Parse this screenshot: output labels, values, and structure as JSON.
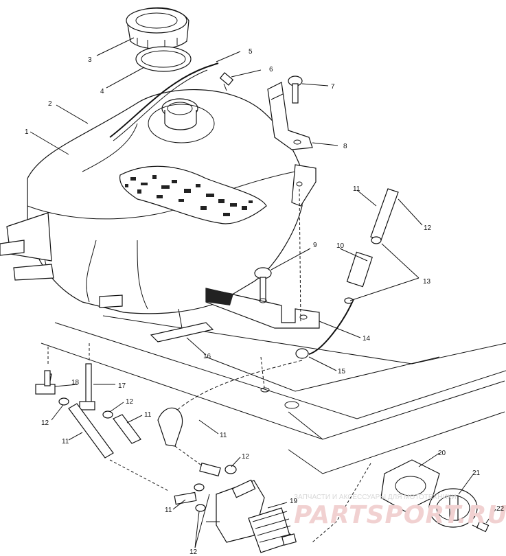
{
  "callouts": [
    {
      "id": "c1",
      "text": "1"
    },
    {
      "id": "c2",
      "text": "2"
    },
    {
      "id": "c3",
      "text": "3"
    },
    {
      "id": "c4",
      "text": "4"
    },
    {
      "id": "c5",
      "text": "5"
    },
    {
      "id": "c6",
      "text": "6"
    },
    {
      "id": "c7",
      "text": "7"
    },
    {
      "id": "c8",
      "text": "8"
    },
    {
      "id": "c9",
      "text": "9"
    },
    {
      "id": "c10",
      "text": "10"
    },
    {
      "id": "c11a",
      "text": "11"
    },
    {
      "id": "c12a",
      "text": "12"
    },
    {
      "id": "c13",
      "text": "13"
    },
    {
      "id": "c14",
      "text": "14"
    },
    {
      "id": "c15",
      "text": "15"
    },
    {
      "id": "c16",
      "text": "16"
    },
    {
      "id": "c17",
      "text": "17"
    },
    {
      "id": "c18",
      "text": "18"
    },
    {
      "id": "c12b",
      "text": "12"
    },
    {
      "id": "c12c",
      "text": "12"
    },
    {
      "id": "c11b",
      "text": "11"
    },
    {
      "id": "c11c",
      "text": "11"
    },
    {
      "id": "c11d",
      "text": "11"
    },
    {
      "id": "c12d",
      "text": "12"
    },
    {
      "id": "c11e",
      "text": "11"
    },
    {
      "id": "c12e",
      "text": "12"
    },
    {
      "id": "c19",
      "text": "19"
    },
    {
      "id": "c20",
      "text": "20"
    },
    {
      "id": "c21",
      "text": "21"
    },
    {
      "id": "c22",
      "text": "22"
    }
  ],
  "watermark": {
    "caption": "ЗАПЧАСТИ И АКСЕССУАРЫ ДЛЯ МОТОТЕХНИКИ",
    "logo": "PARTSPORT.RU"
  }
}
